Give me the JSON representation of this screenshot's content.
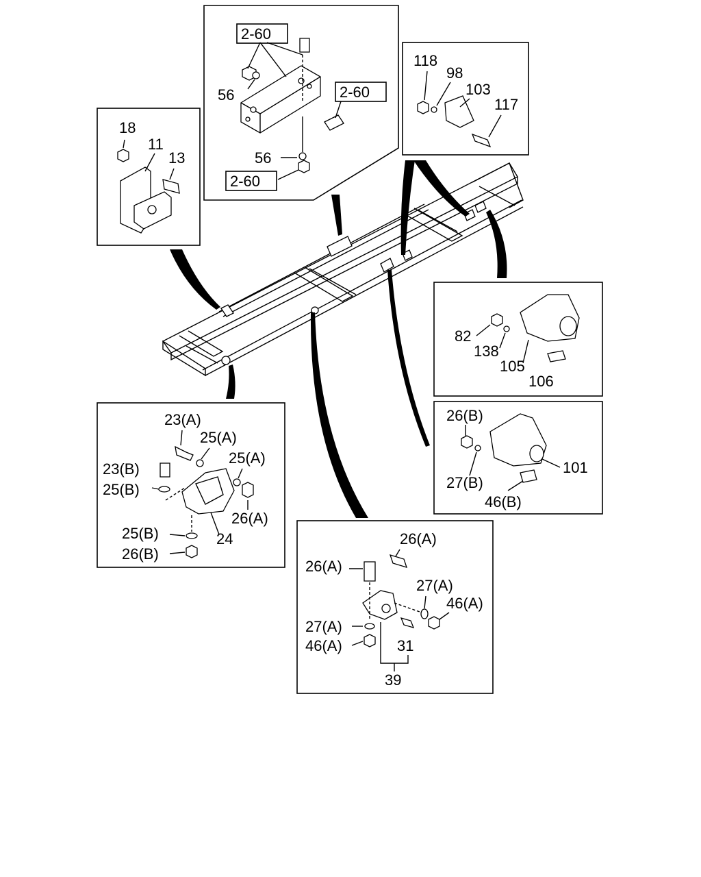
{
  "callouts": {
    "top_center": {
      "ref_top": "2-60",
      "ref_right": "2-60",
      "ref_bottom": "2-60",
      "washer_upper": "56",
      "washer_lower": "56"
    },
    "top_left": {
      "nut": "18",
      "bracket": "11",
      "bolt": "13"
    },
    "top_right": {
      "nut": "118",
      "washer": "98",
      "bracket": "103",
      "bolt": "117"
    },
    "mid_right": {
      "nut": "82",
      "washer": "138",
      "bracket": "105",
      "bolt": "106"
    },
    "lower_right": {
      "nut": "26(B)",
      "washer": "27(B)",
      "bolt": "46(B)",
      "bracket": "101"
    },
    "lower_left": {
      "bolt_a": "23(A)",
      "washer_a1": "25(A)",
      "washer_a2": "25(A)",
      "bolt_b": "23(B)",
      "washer_b": "25(B)",
      "nut_a": "26(A)",
      "washer_b2": "25(B)",
      "bracket": "24",
      "nut_b": "26(B)"
    },
    "bottom_center": {
      "bolt_top": "26(A)",
      "bolt_left": "26(A)",
      "washer_right": "27(A)",
      "nut_right": "46(A)",
      "washer_left": "27(A)",
      "nut_left": "46(A)",
      "pin": "31",
      "assembly": "39"
    }
  }
}
